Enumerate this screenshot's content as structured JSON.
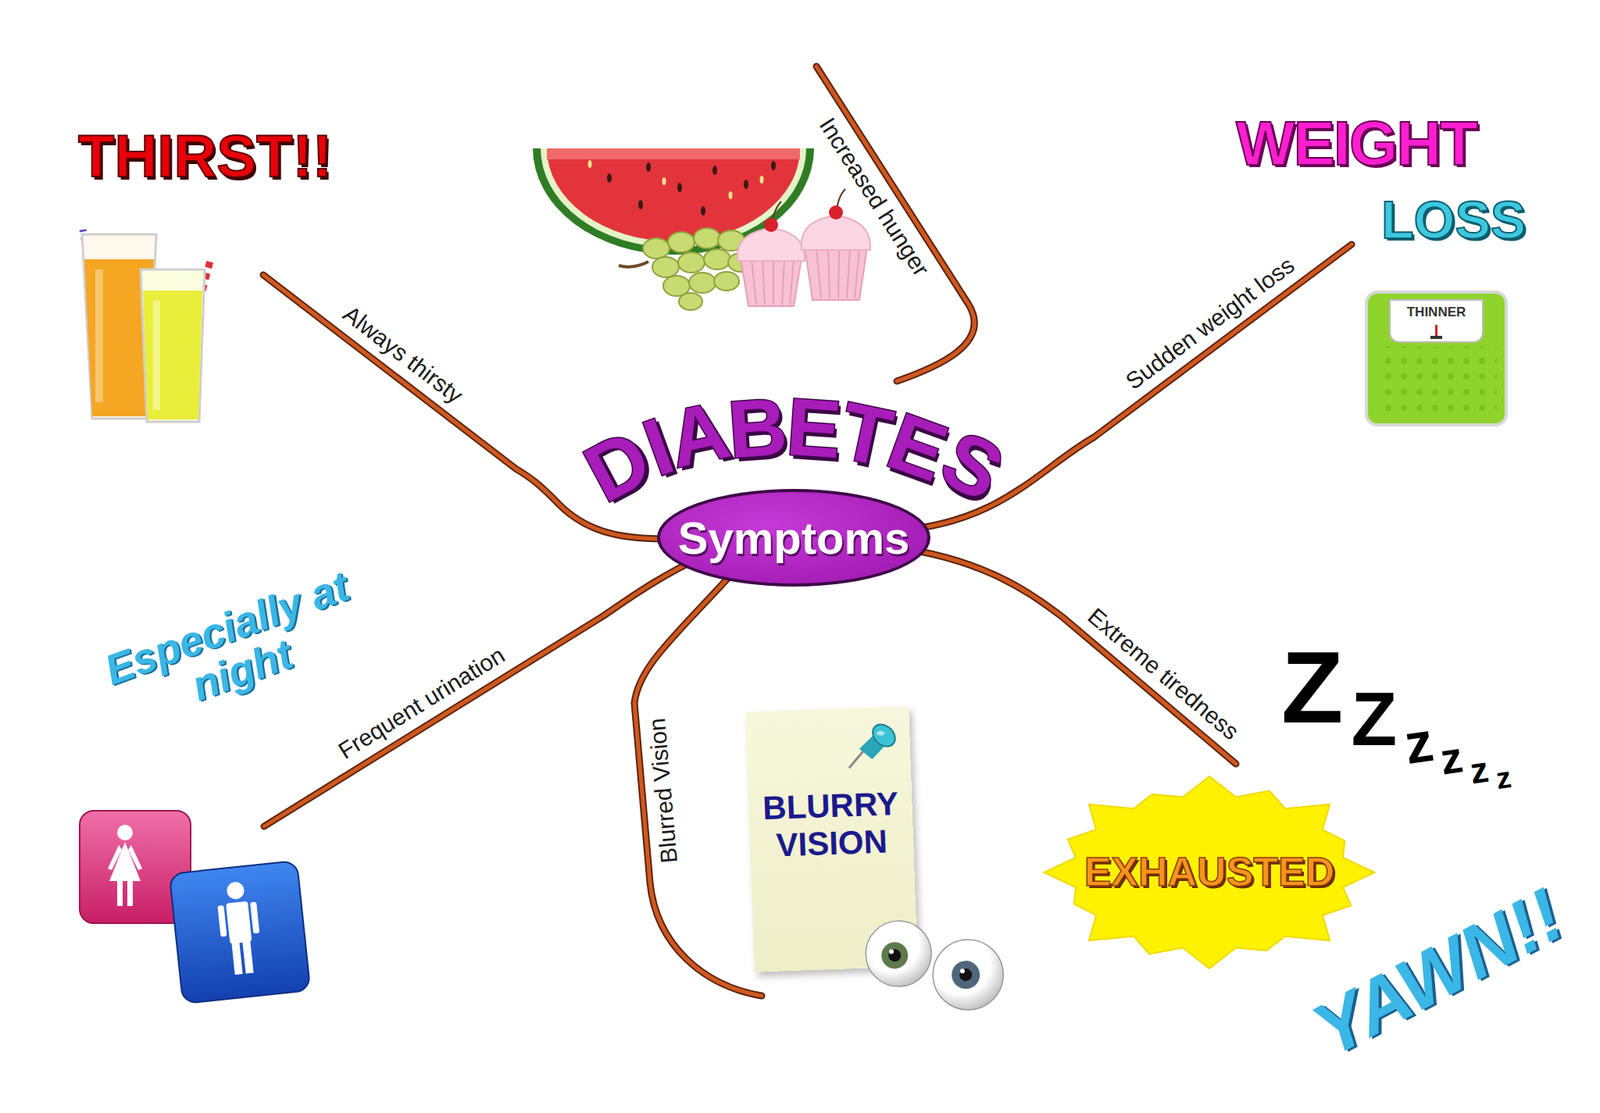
{
  "diagram": {
    "nodes": [
      {
        "text": [
          "DIABETES",
          "Symptoms"
        ]
      },
      {
        "text": [
          "BLURRY VISION"
        ]
      },
      {
        "text": [
          "EXHAUSTED"
        ]
      },
      {
        "text": [
          "THINNER"
        ]
      }
    ],
    "labels": [
      "THIRST!!",
      "Always thirsty",
      "Increased hunger",
      "WEIGHT",
      "LOSS",
      "Sudden weight loss",
      "Extreme tiredness",
      "ZZzzzz",
      "YAWN!!",
      "Blurred Vision",
      "Frequent urination",
      "Especially at night"
    ]
  }
}
